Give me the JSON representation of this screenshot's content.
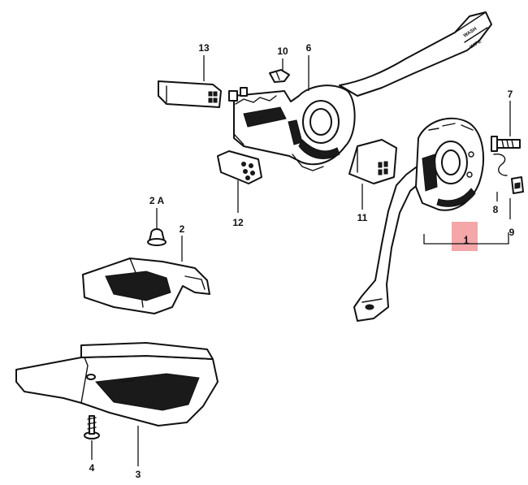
{
  "labels": {
    "part_1": "1",
    "part_2": "2",
    "part_2a": "2 A",
    "part_3": "3",
    "part_4": "4",
    "part_6": "6",
    "part_7": "7",
    "part_8": "8",
    "part_9": "9",
    "part_10": "10",
    "part_11": "11",
    "part_12": "12",
    "part_13": "13"
  },
  "stalk_text": {
    "upper": "WASH",
    "lower": "WIPE"
  },
  "colors": {
    "highlight": "#f4a6a8",
    "ink": "#111111",
    "background": "#ffffff"
  }
}
